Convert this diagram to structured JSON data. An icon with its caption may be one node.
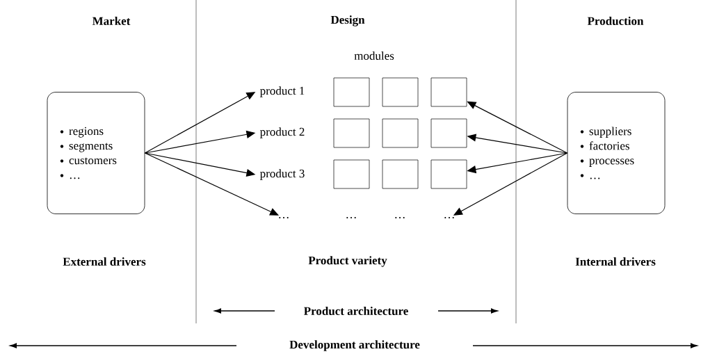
{
  "diagram": {
    "nodes": [
      {
        "text": [
          "regions",
          "segments",
          "customers",
          "…"
        ]
      },
      {
        "text": [
          "product 1"
        ]
      },
      {
        "text": [
          "product 2"
        ]
      },
      {
        "text": [
          "product 3"
        ]
      },
      {
        "text": [
          "…"
        ]
      },
      {
        "text": [],
        "shape": "box"
      },
      {
        "text": [],
        "shape": "box"
      },
      {
        "text": [],
        "shape": "box"
      },
      {
        "text": [],
        "shape": "box"
      },
      {
        "text": [],
        "shape": "box"
      },
      {
        "text": [],
        "shape": "box"
      },
      {
        "text": [],
        "shape": "box"
      },
      {
        "text": [],
        "shape": "box"
      },
      {
        "text": [],
        "shape": "box"
      },
      {
        "text": [
          "…"
        ]
      },
      {
        "text": [
          "suppliers",
          "factories",
          "processes",
          "…"
        ]
      }
    ],
    "edges": [
      {
        "from": 0,
        "to": 1,
        "arrow": "to"
      },
      {
        "from": 0,
        "to": 2,
        "arrow": "to"
      },
      {
        "from": 0,
        "to": 3,
        "arrow": "to"
      },
      {
        "from": 0,
        "to": 4,
        "arrow": "to"
      },
      {
        "from": 15,
        "to": 7,
        "arrow": "to"
      },
      {
        "from": 15,
        "to": 10,
        "arrow": "to"
      },
      {
        "from": 15,
        "to": 13,
        "arrow": "to"
      },
      {
        "from": 15,
        "to": 14,
        "arrow": "to"
      }
    ],
    "labels": [
      "Market",
      "Design",
      "Production",
      "modules",
      "…",
      "…",
      "External drivers",
      "Product variety",
      "Internal drivers",
      "Product architecture",
      "Development architecture"
    ]
  }
}
